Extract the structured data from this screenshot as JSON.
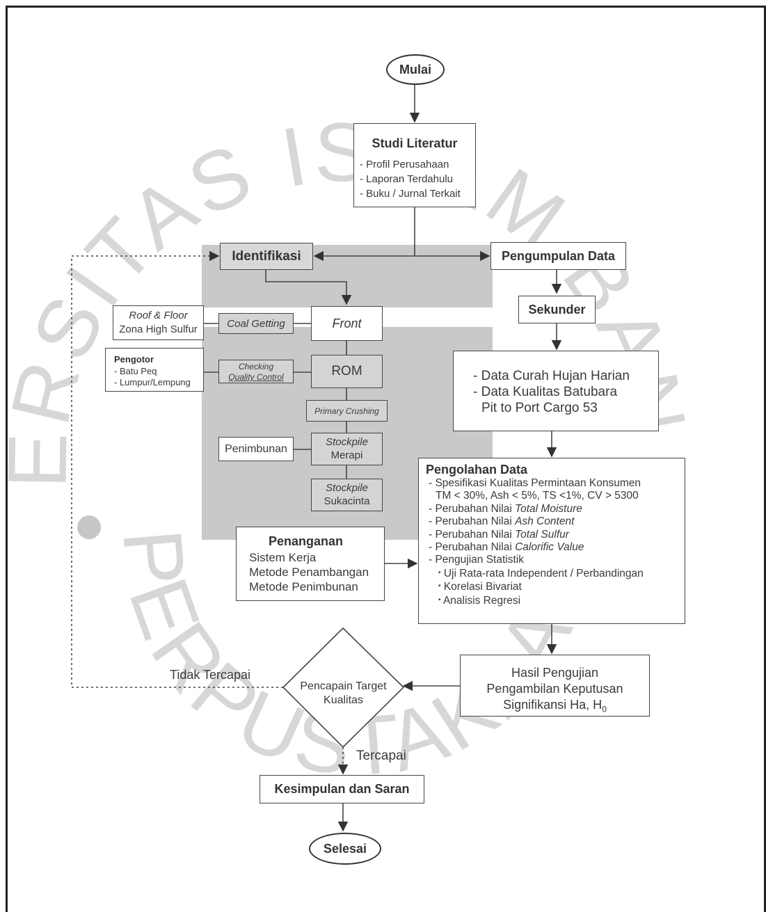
{
  "colors": {
    "watermark": "#bdbdbd",
    "shade": "#c9c9c9",
    "line": "#444444",
    "text": "#3a3a3a"
  },
  "watermark": {
    "top_text": "UNIVERSITAS ISLAM BANDUNG",
    "bottom_text": "PERPUSTAKAAN"
  },
  "nodes": {
    "mulai": "Mulai",
    "studi_literatur": {
      "title": "Studi Literatur",
      "items": [
        "- Profil Perusahaan",
        "- Laporan Terdahulu",
        "- Buku / Jurnal Terkait"
      ]
    },
    "identifikasi": "Identifikasi",
    "pengumpulan_data": "Pengumpulan Data",
    "sekunder": "Sekunder",
    "data_list": {
      "line1": "- Data Curah Hujan Harian",
      "line2": "- Data Kualitas Batubara",
      "line3": "Pit to Port Cargo 53"
    },
    "roof_floor": {
      "line1": "Roof & Floor",
      "line2": "Zona High Sulfur"
    },
    "coal_getting": "Coal Getting",
    "front": "Front",
    "pengotor": {
      "title": "Pengotor",
      "items": [
        "- Batu Peq",
        "- Lumpur/Lempung"
      ]
    },
    "checking": {
      "line1": "Checking",
      "line2": "Quality Control"
    },
    "rom": "ROM",
    "primary_crushing": "Primary Crushing",
    "penimbunan": "Penimbunan",
    "stockpile_merapi": {
      "line1": "Stockpile",
      "line2": "Merapi"
    },
    "stockpile_sukacinta": {
      "line1": "Stockpile",
      "line2": "Sukacinta"
    },
    "penanganan": {
      "title": "Penanganan",
      "items": [
        "Sistem Kerja",
        "Metode Penambangan",
        "Metode Penimbunan"
      ]
    },
    "pengolahan_data": {
      "title": "Pengolahan Data",
      "spec_line1": "- Spesifikasi Kualitas Permintaan Konsumen",
      "spec_line2": "TM < 30%, Ash < 5%, TS <1%, CV > 5300",
      "change_prefix": "- Perubahan Nilai ",
      "changes": [
        "Total Moisture",
        "Ash Content",
        "Total Sulfur",
        "Calorific Value"
      ],
      "stat_title": "- Pengujian Statistik",
      "stat_items": [
        "Uji Rata-rata Independent / Perbandingan",
        "Korelasi Bivariat",
        "Analisis Regresi"
      ]
    },
    "hasil": {
      "line1": "Hasil Pengujian",
      "line2": "Pengambilan Keputusan",
      "line3_main": "Signifikansi Ha, H",
      "line3_sub": "0"
    },
    "pencapaian": {
      "line1": "Pencapain Target",
      "line2": "Kualitas"
    },
    "tidak_tercapai": "Tidak Tercapai",
    "tercapai": "Tercapai",
    "kesimpulan": "Kesimpulan dan Saran",
    "selesai": "Selesai"
  }
}
